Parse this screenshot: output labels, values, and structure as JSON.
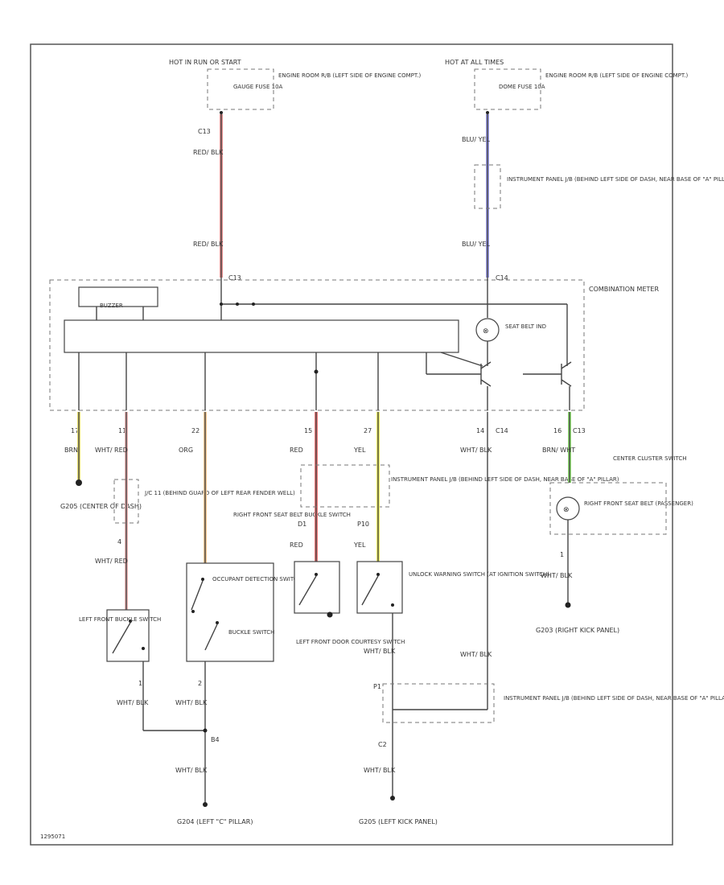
{
  "hot_in_run": "HOT IN RUN OR START",
  "hot_at_all_times": "HOT AT ALL TIMES",
  "fuse_left_label": "GAUGE FUSE 10A",
  "fuse_right_label": "DOME FUSE 10A",
  "fuse_location": "ENGINE ROOM R/B (LEFT SIDE OF ENGINE COMPT.)",
  "combination_meter": "COMBINATION METER",
  "buzzer": "BUZZER",
  "seat_belt_ind": "SEAT BELT IND",
  "panel_jb": "INSTRUMENT PANEL J/B (BEHIND LEFT SIDE OF DASH, NEAR BASE OF \"A\" PILLAR)",
  "wire_colors": {
    "red_blk": "RED/ BLK",
    "blu_yel": "BLU/ YEL",
    "brn": "BRN",
    "wht_red": "WHT/ RED",
    "org": "ORG",
    "red": "RED",
    "yel": "YEL",
    "wht_blk": "WHT/ BLK",
    "brn_wht": "BRN/ WHT"
  },
  "pins": {
    "c13": "C13",
    "c14": "C14",
    "p17": "17",
    "p11": "11",
    "p22": "22",
    "p15": "15",
    "p27": "27",
    "p14": "14",
    "p16": "16",
    "one": "1",
    "four": "4",
    "two": "2",
    "d1": "D1",
    "p10": "P10",
    "p1": "P1",
    "c2": "C2",
    "b4": "B4"
  },
  "grounds": {
    "g_center": "G205 (CENTER OF DASH)",
    "g_left_c": "G204 (LEFT \"C\" PILLAR)",
    "g_left_kick": "G205 (LEFT KICK PANEL)",
    "g_right_kick": "G203 (RIGHT KICK PANEL)"
  },
  "components": {
    "jc11": "J/C 11 (BEHIND GUARD OF LEFT REAR FENDER WELL)",
    "right_seat_buckle": "RIGHT FRONT SEAT BELT BUCKLE SWITCH",
    "occupant": "OCCUPANT DETECTION SWITCH",
    "buckle": "BUCKLE SWITCH",
    "left_buckle": "LEFT FRONT BUCKLE SWITCH",
    "door_courtesy": "LEFT FRONT DOOR COURTESY SWITCH",
    "unlock_warning": "UNLOCK WARNING SWITCH (AT IGNITION SWITCH)",
    "center_cluster": "CENTER CLUSTER SWITCH",
    "right_seat_ind": "RIGHT FRONT SEAT BELT (PASSENGER)"
  },
  "diagram_id": "1295071",
  "colors": {
    "red_blk": "#e89090",
    "blu_yel": "#9a9ae8",
    "brn": "#e8e070",
    "wht_red": "#f0b8b8",
    "org": "#f5c890",
    "red": "#f07878",
    "yel": "#f0f060",
    "brn_wht": "#90e070"
  }
}
